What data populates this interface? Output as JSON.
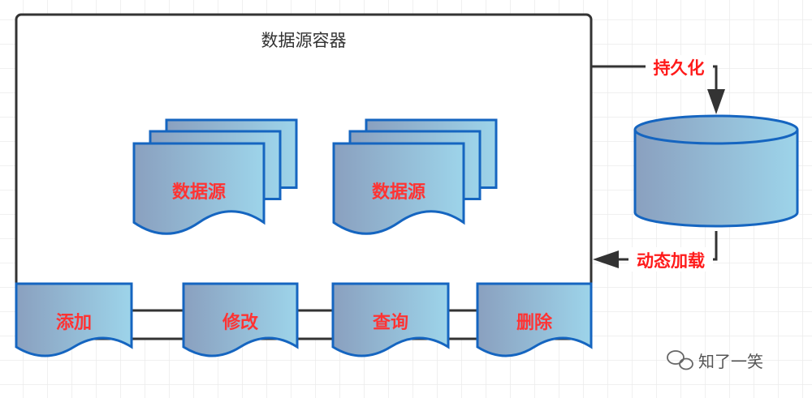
{
  "container": {
    "title": "数据源容器"
  },
  "datasources": [
    {
      "label": "数据源"
    },
    {
      "label": "数据源"
    }
  ],
  "operations": [
    {
      "label": "添加"
    },
    {
      "label": "修改"
    },
    {
      "label": "查询"
    },
    {
      "label": "删除"
    }
  ],
  "arrows": {
    "persist": "持久化",
    "load": "动态加载"
  },
  "watermark": "知了一笑",
  "colors": {
    "stroke": "#1565c0",
    "grad_start": "#8aa0bf",
    "grad_end": "#9dd4ea",
    "label": "#ff3333",
    "line": "#333333",
    "grid": "#ebebeb"
  }
}
